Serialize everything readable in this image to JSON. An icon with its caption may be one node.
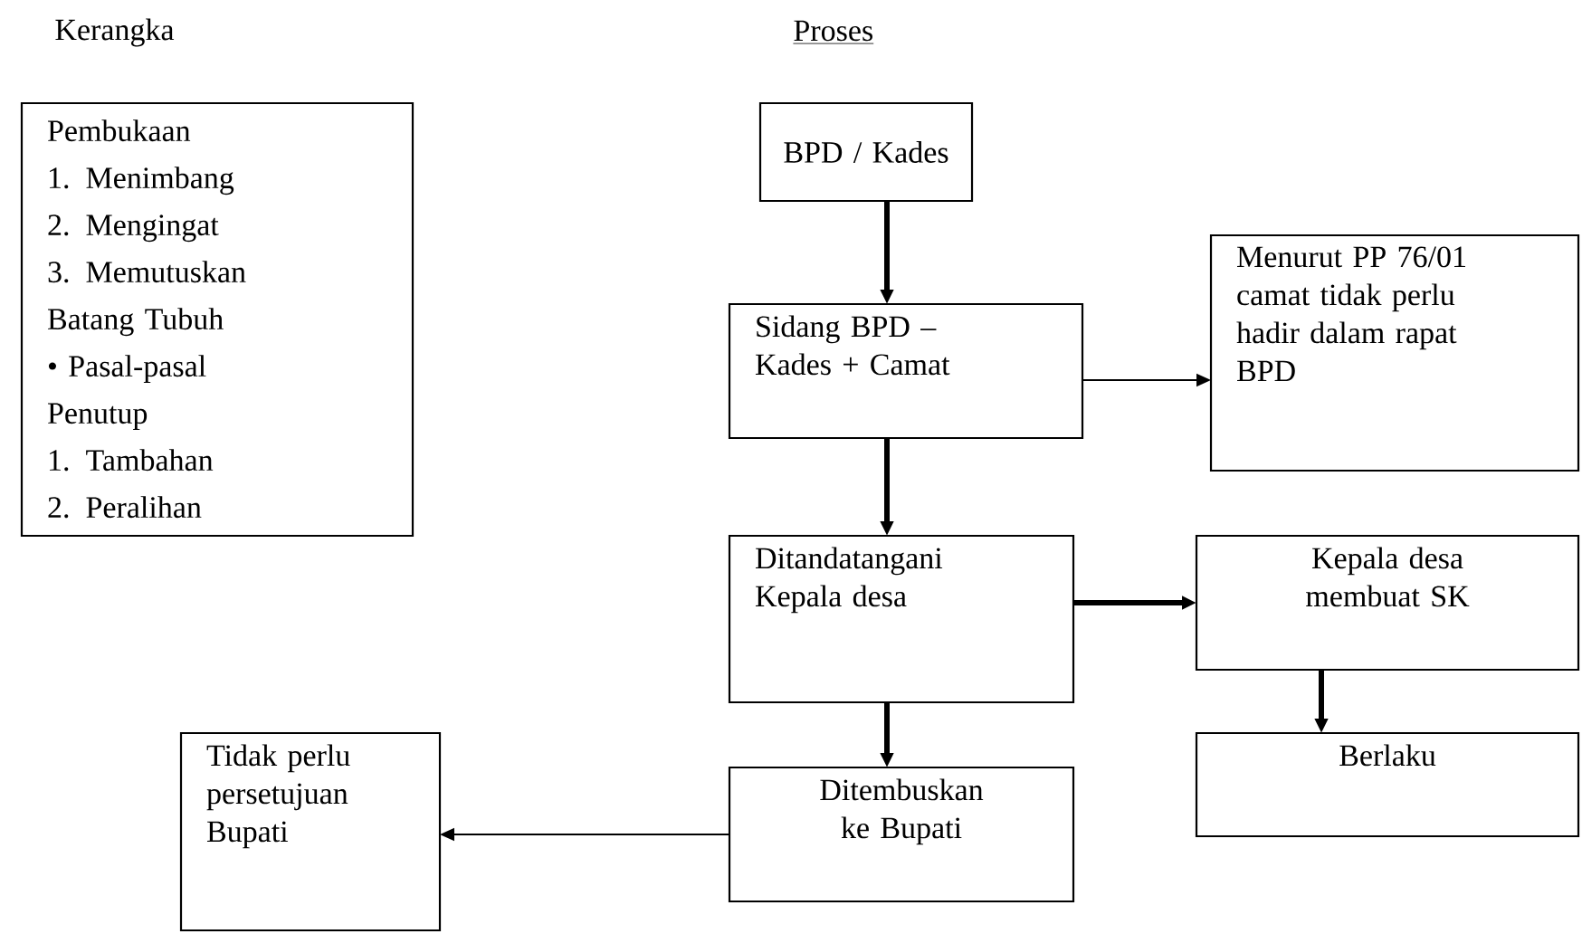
{
  "diagram": {
    "nodes": [
      {
        "text": [
          "Pembukaan",
          "1. Menimbang",
          "2. Mengingat",
          "3. Memutuskan",
          "Batang Tubuh",
          "• Pasal-pasal",
          "Penutup",
          "1. Tambahan",
          "2. Peralihan"
        ]
      },
      {
        "text": [
          "BPD / Kades"
        ]
      },
      {
        "text": [
          "Sidang BPD – Kades + Camat"
        ]
      },
      {
        "text": [
          "Menurut PP 76/01 camat tidak perlu hadir dalam rapat BPD"
        ]
      },
      {
        "text": [
          "Ditandatangani Kepala desa"
        ]
      },
      {
        "text": [
          "Kepala desa membuat SK"
        ]
      },
      {
        "text": [
          "Berlaku"
        ]
      },
      {
        "text": [
          "Ditembuskan ke Bupati"
        ]
      },
      {
        "text": [
          "Tidak perlu persetujuan Bupati"
        ]
      }
    ],
    "edges": [
      {
        "from": 1,
        "to": 2,
        "arrow": "to"
      },
      {
        "from": 2,
        "to": 3,
        "arrow": "to"
      },
      {
        "from": 2,
        "to": 4,
        "arrow": "to"
      },
      {
        "from": 4,
        "to": 5,
        "arrow": "to"
      },
      {
        "from": 5,
        "to": 6,
        "arrow": "to"
      },
      {
        "from": 4,
        "to": 7,
        "arrow": "to"
      },
      {
        "from": 7,
        "to": 8,
        "arrow": "to"
      }
    ],
    "labels": [
      "Kerangka",
      "Proses"
    ]
  }
}
